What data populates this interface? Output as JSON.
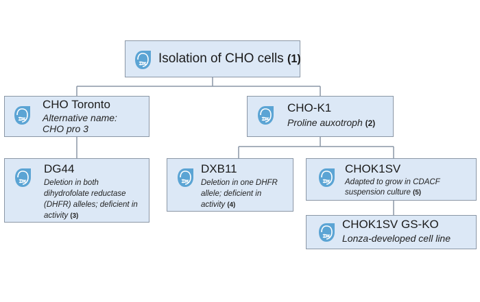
{
  "accent_color": "#5ba4d4",
  "box_fill": "#dce8f6",
  "icon": "cell-icon",
  "nodes": {
    "root": {
      "title": "Isolation of CHO cells",
      "ref": "(1)"
    },
    "toronto": {
      "title": "CHO Toronto",
      "desc": "Alternative name:\nCHO pro 3",
      "ref": ""
    },
    "k1": {
      "title": "CHO-K1",
      "desc": "Proline auxotroph",
      "ref": "(2)"
    },
    "dg44": {
      "title": "DG44",
      "desc": "Deletion in both\ndihydrofolate reductase\n(DHFR) alleles; deficient in\nactivity",
      "ref": "(3)"
    },
    "dxb11": {
      "title": "DXB11",
      "desc": "Deletion in one DHFR\nallele; deficient in\nactivity",
      "ref": "(4)"
    },
    "chok1sv": {
      "title": "CHOK1SV",
      "desc": "Adapted to grow in CDACF\nsuspension culture",
      "ref": "(5)"
    },
    "gsko": {
      "title": "CHOK1SV GS-KO",
      "desc": "Lonza-developed cell line",
      "ref": ""
    }
  }
}
